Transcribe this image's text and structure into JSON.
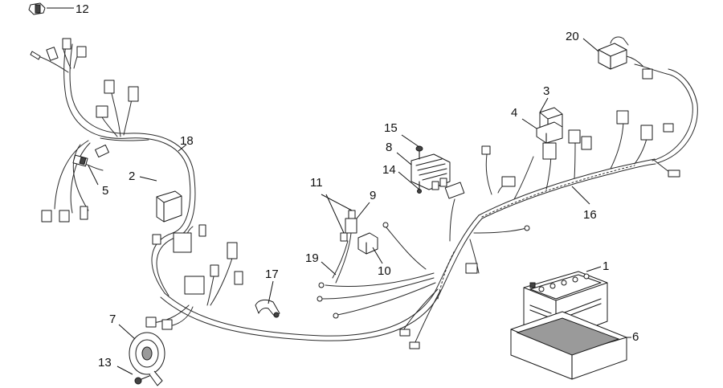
{
  "colors": {
    "line": "#1a1a1a",
    "background": "#ffffff",
    "shade": "#9a9a9a"
  },
  "labels": {
    "p1": "1",
    "p2": "2",
    "p3": "3",
    "p4": "4",
    "p5": "5",
    "p6": "6",
    "p7": "7",
    "p8": "8",
    "p9": "9",
    "p10": "10",
    "p11": "11",
    "p12": "12",
    "p13": "13",
    "p14": "14",
    "p15": "15",
    "p16": "16",
    "p17": "17",
    "p18": "18",
    "p19": "19",
    "p20": "20"
  }
}
